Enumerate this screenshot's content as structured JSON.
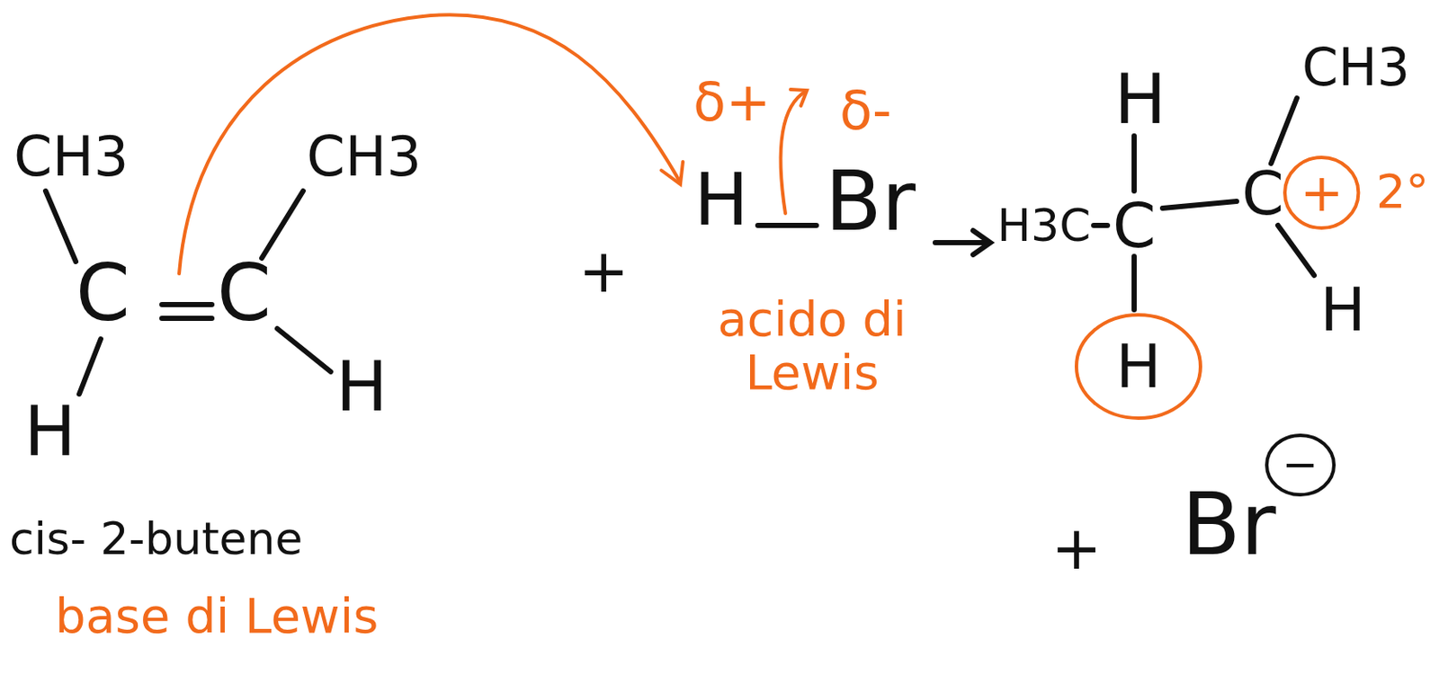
{
  "diagram": {
    "nodes": [
      {
        "text": [
          "+"
        ]
      },
      {
        "text": [
          "H"
        ]
      },
      {
        "text": [
          "−"
        ]
      }
    ],
    "labels": [
      "CH3",
      "C",
      "C",
      "CH3",
      "H",
      "H",
      "cis- 2-butene",
      "base di Lewis",
      "+",
      "δ+",
      "δ-",
      "H",
      "Br",
      "acido di Lewis",
      "H3C",
      "C",
      "H",
      "C",
      "CH3",
      "2°",
      "H",
      "+",
      "Br"
    ]
  }
}
